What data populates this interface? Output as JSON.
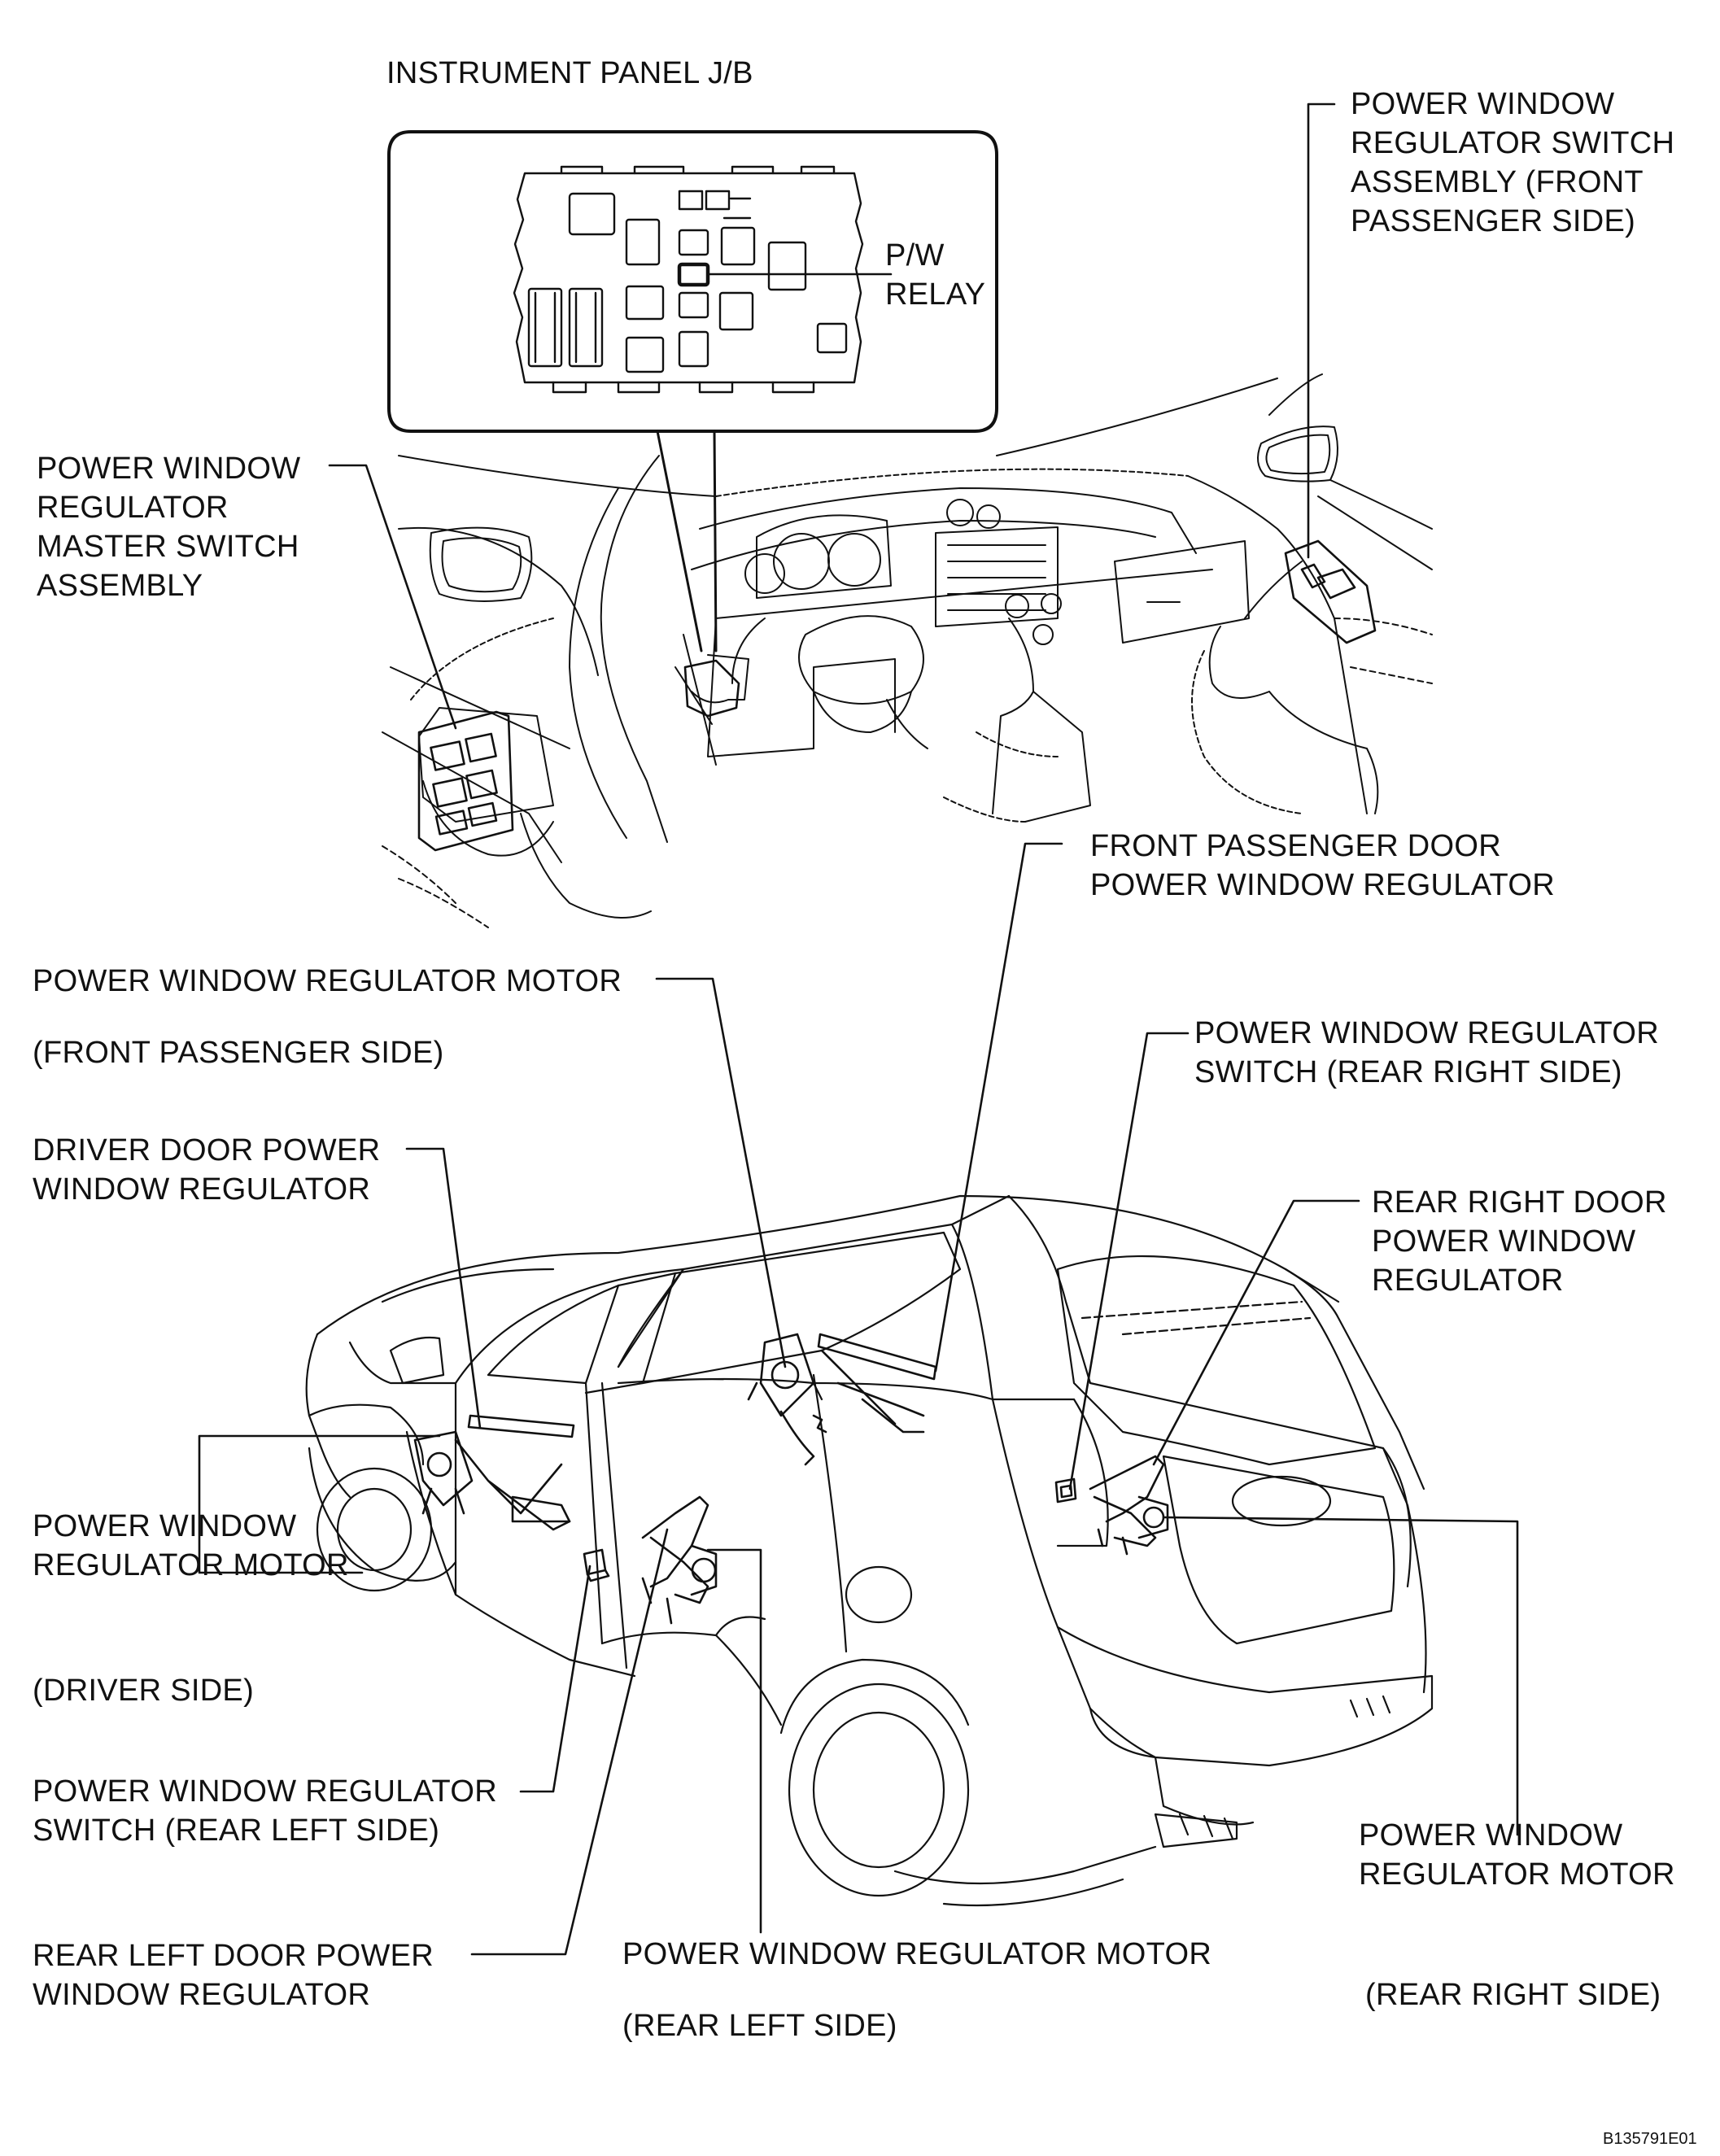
{
  "labels": {
    "instrument_panel_jb": "INSTRUMENT PANEL J/B",
    "pw_relay_line1": "P/W",
    "pw_relay_line2": "RELAY",
    "front_passenger_switch_assembly": "POWER WINDOW\nREGULATOR SWITCH\nASSEMBLY (FRONT\nPASSENGER SIDE)",
    "master_switch_assembly": "POWER WINDOW\nREGULATOR\nMASTER SWITCH\nASSEMBLY",
    "front_passenger_door_regulator": "FRONT PASSENGER DOOR\nPOWER WINDOW REGULATOR",
    "motor_front_passenger_title": "POWER WINDOW REGULATOR MOTOR",
    "motor_front_passenger_side": "(FRONT PASSENGER SIDE)",
    "switch_rear_right": "POWER WINDOW REGULATOR\nSWITCH (REAR RIGHT SIDE)",
    "driver_door_regulator": "DRIVER DOOR POWER\nWINDOW REGULATOR",
    "rear_right_door_regulator": "REAR RIGHT DOOR\nPOWER WINDOW\nREGULATOR",
    "motor_driver_title": "POWER WINDOW\nREGULATOR MOTOR",
    "motor_driver_side": "(DRIVER SIDE)",
    "switch_rear_left": "POWER WINDOW REGULATOR\nSWITCH (REAR LEFT SIDE)",
    "rear_left_door_regulator": "REAR LEFT DOOR POWER\nWINDOW REGULATOR",
    "motor_rear_left_title": "POWER WINDOW REGULATOR MOTOR",
    "motor_rear_left_side": "(REAR LEFT SIDE)",
    "motor_rear_right_title": "POWER WINDOW\nREGULATOR MOTOR",
    "motor_rear_right_side": "(REAR RIGHT SIDE)",
    "figure_code": "B135791E01"
  },
  "colors": {
    "ink": "#111111",
    "background": "#ffffff"
  }
}
